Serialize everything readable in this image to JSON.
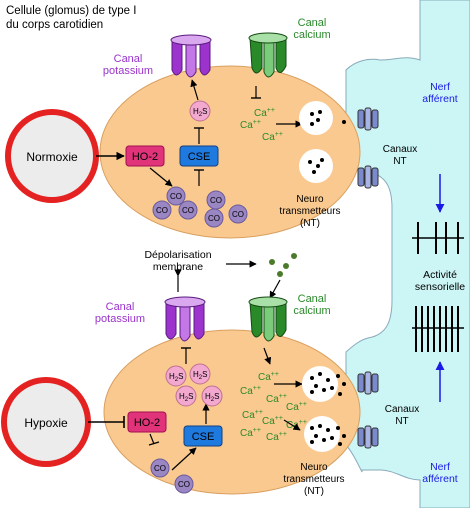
{
  "title": {
    "line1": "Cellule (glomus) de type I",
    "line2": "du corps carotidien"
  },
  "colors": {
    "cell": "#f9c98f",
    "nerve": "#ccf5f5",
    "stimulus_ring": "#e52222",
    "ho2": "#e0337a",
    "cse": "#1f7ae0",
    "co": "#9b86c4",
    "h2s": "#f2a8cf",
    "potassium": "#9b33cc",
    "calcium": "#2a8a2a",
    "arrow_blue": "#1a1ae6",
    "nt_normoxia": "#000000",
    "nt_depol": "#4a7a2a"
  },
  "top": {
    "stimulus": "Normoxie",
    "ho2": "HO-2",
    "cse": "CSE",
    "co": "CO",
    "h2s": {
      "h": "H",
      "sub": "2",
      "s": "S"
    },
    "potassium_label": {
      "line1": "Canal",
      "line2": "potassium"
    },
    "calcium_label": {
      "line1": "Canal",
      "line2": "calcium"
    },
    "ca": {
      "base": "Ca",
      "sup": "++"
    },
    "nt_label": {
      "line1": "Neuro",
      "line2": "transmetteurs",
      "line3": "(NT)"
    },
    "canaux": {
      "line1": "Canaux",
      "line2": "NT"
    },
    "nerf": {
      "line1": "Nerf",
      "line2": "afférent"
    }
  },
  "middle": {
    "depol": {
      "line1": "Dépolarisation",
      "line2": "membrane"
    },
    "activity": {
      "line1": "Activité",
      "line2": "sensorielle"
    }
  },
  "bottom": {
    "stimulus": "Hypoxie",
    "ho2": "HO-2",
    "cse": "CSE",
    "co": "CO",
    "h2s": {
      "h": "H",
      "sub": "2",
      "s": "S"
    },
    "potassium_label": {
      "line1": "Canal",
      "line2": "potassium"
    },
    "calcium_label": {
      "line1": "Canal",
      "line2": "calcium"
    },
    "ca": {
      "base": "Ca",
      "sup": "++"
    },
    "nt_label": {
      "line1": "Neuro",
      "line2": "transmetteurs",
      "line3": "(NT)"
    },
    "canaux": {
      "line1": "Canaux",
      "line2": "NT"
    },
    "nerf": {
      "line1": "Nerf",
      "line2": "afférent"
    }
  }
}
